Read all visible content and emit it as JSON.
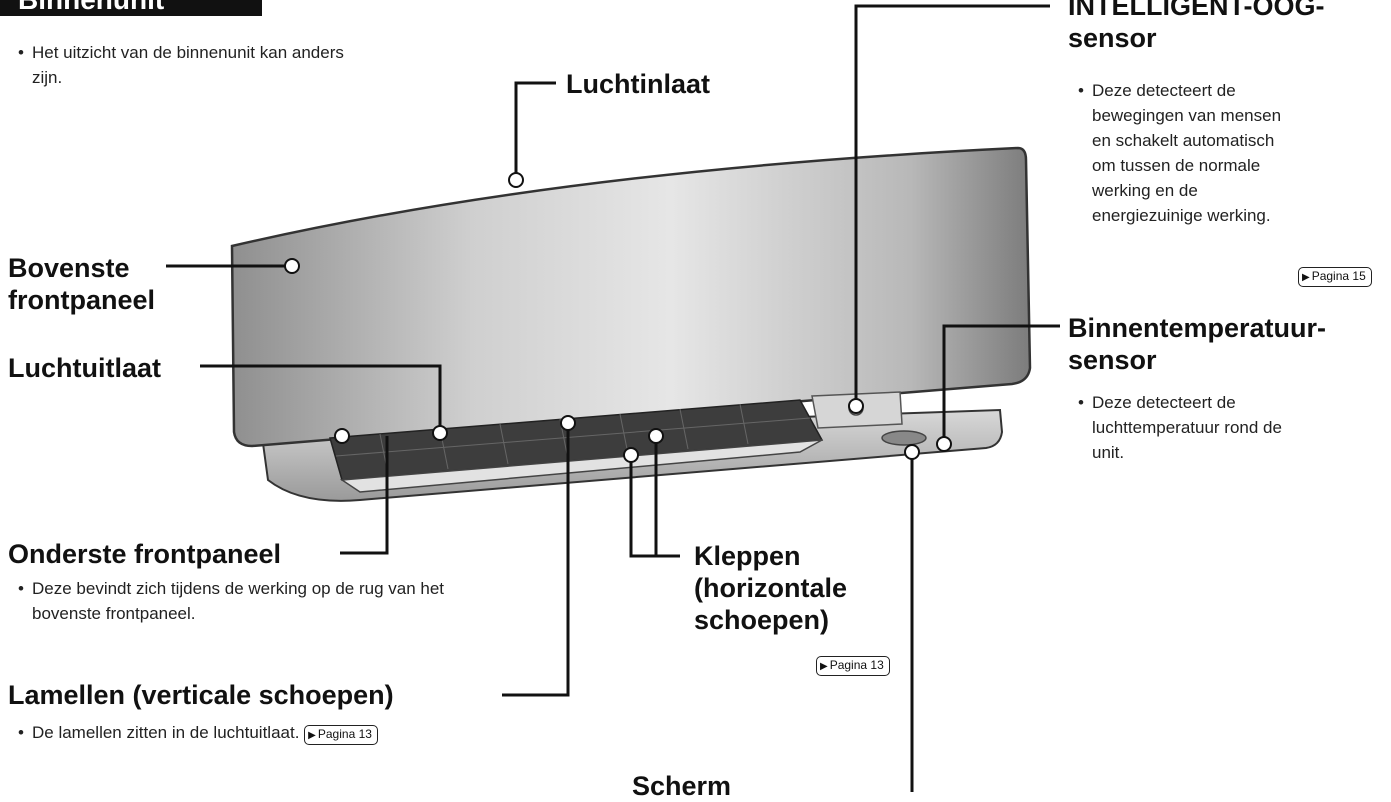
{
  "section_title": "Binnenunit",
  "intro_note": "Het uitzicht van de binnenunit kan anders zijn.",
  "labels": {
    "air_inlet": "Luchtinlaat",
    "upper_front_panel": "Bovenste frontpaneel",
    "air_outlet": "Luchtuitlaat",
    "lower_front_panel": "Onderste frontpaneel",
    "flaps": "Kleppen (horizontale schoepen)",
    "louvres": "Lamellen (verticale schoepen)",
    "intelligent_eye": "INTELLIGENT-OOG-sensor",
    "room_temp_sensor": "Binnentemperatuur-sensor",
    "display": "Scherm"
  },
  "notes": {
    "lower_front_panel": "Deze bevindt zich tijdens de werking op de rug van het bovenste frontpaneel.",
    "louvres": "De lamellen zitten in de luchtuitlaat.",
    "intelligent_eye": "Deze detecteert de bewegingen van mensen en schakelt automatisch om tussen de normale werking en de energiezuinige werking.",
    "room_temp_sensor": "Deze detecteert de luchttemperatuur rond de unit."
  },
  "page_refs": {
    "flaps": "Pagina 13",
    "louvres": "Pagina 13",
    "intelligent_eye": "Pagina 15"
  },
  "colors": {
    "line": "#111111",
    "unit_body": "#a9a9a9",
    "label_box": "#111111"
  }
}
